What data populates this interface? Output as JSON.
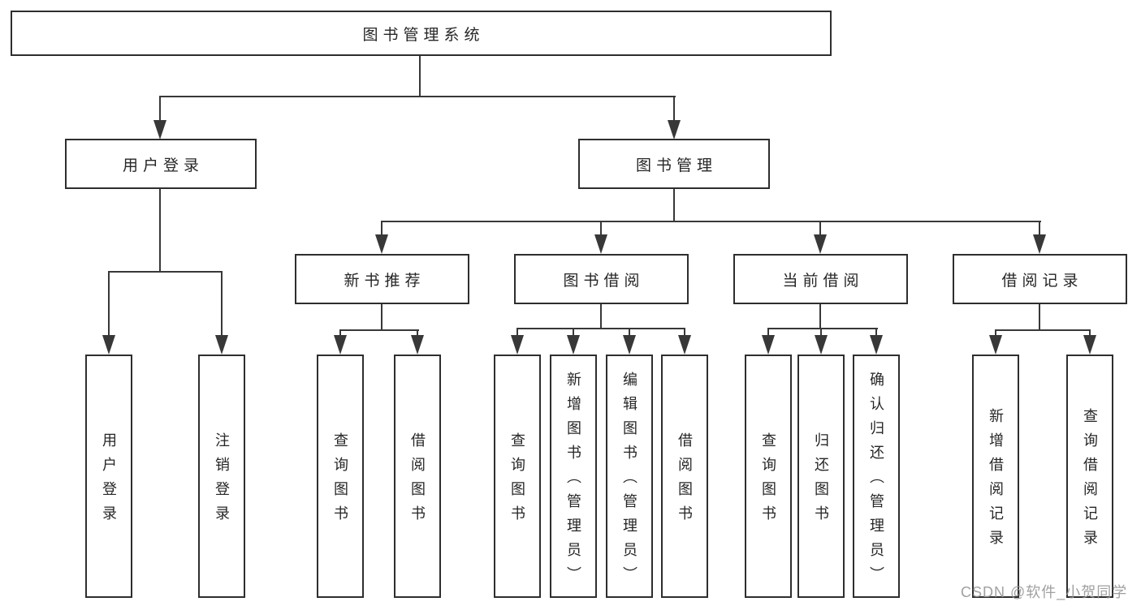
{
  "page": {
    "background": "#ffffff"
  },
  "colors": {
    "line": "#383838",
    "box_border": "#2e2e2e",
    "text": "#262626",
    "watermark": "#969696"
  },
  "tree": {
    "label": "图书管理系统",
    "children": [
      {
        "label": "用户登录",
        "children": [
          {
            "label": "用户登录"
          },
          {
            "label": "注销登录"
          }
        ]
      },
      {
        "label": "图书管理",
        "children": [
          {
            "label": "新书推荐",
            "children": [
              {
                "label": "查询图书"
              },
              {
                "label": "借阅图书"
              }
            ]
          },
          {
            "label": "图书借阅",
            "children": [
              {
                "label": "查询图书"
              },
              {
                "label": "新增图书（管理员）"
              },
              {
                "label": "编辑图书（管理员）"
              },
              {
                "label": "借阅图书"
              }
            ]
          },
          {
            "label": "当前借阅",
            "children": [
              {
                "label": "查询图书"
              },
              {
                "label": "归还图书"
              },
              {
                "label": "确认归还（管理员）"
              }
            ]
          },
          {
            "label": "借阅记录",
            "children": [
              {
                "label": "新增借阅记录"
              },
              {
                "label": "查询借阅记录"
              }
            ]
          }
        ]
      }
    ]
  },
  "watermark": {
    "text": "CSDN @软件_小贺同学"
  }
}
